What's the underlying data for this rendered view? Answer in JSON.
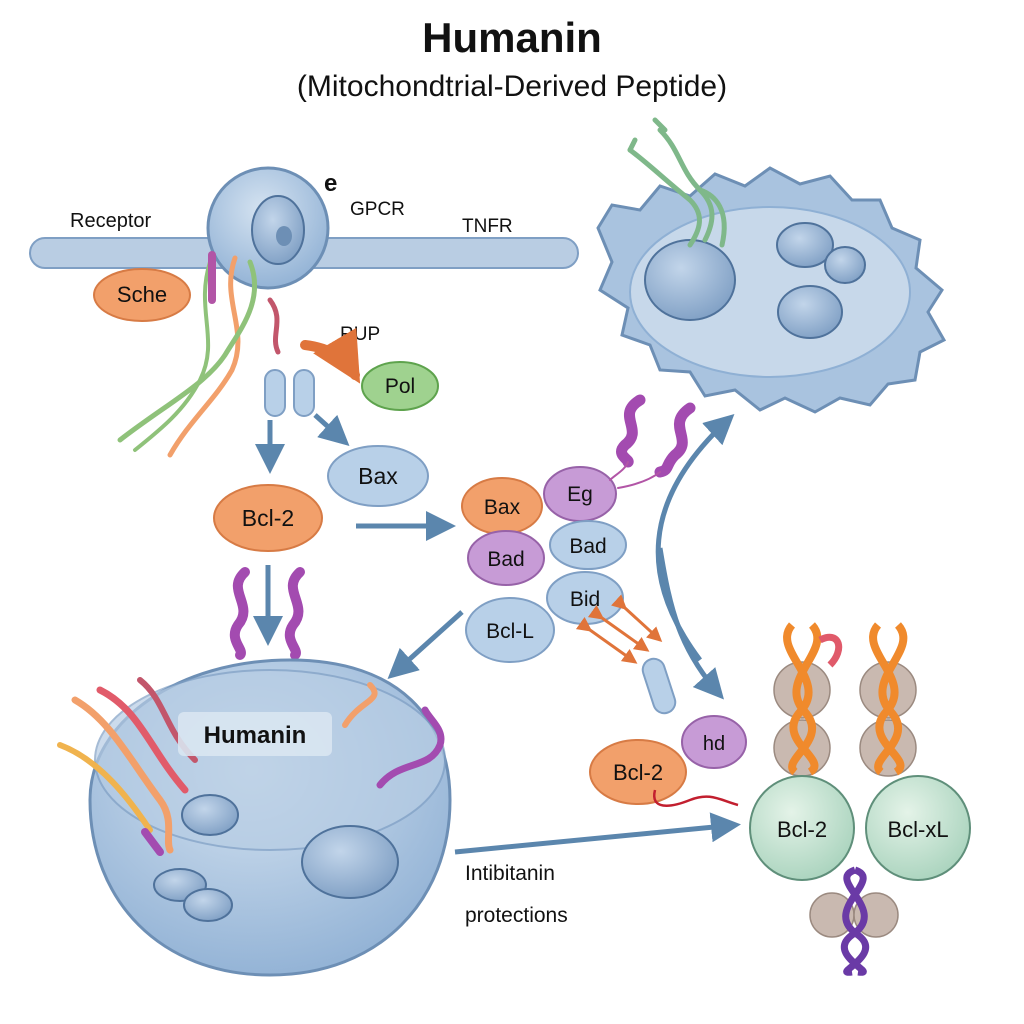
{
  "title": "Humanin",
  "subtitle": "(Mitochondtrial-Derived Peptide)",
  "labels": {
    "receptor": "Receptor",
    "e": "e",
    "gpcr": "GPCR",
    "tnfr": "TNFR",
    "rup": "RUP",
    "intibitanin": "Intibitanin",
    "protections": "protections"
  },
  "nodes": {
    "sche": "Sche",
    "pol": "Pol",
    "bax_top": "Bax",
    "bcl2_left": "Bcl-2",
    "bax_cluster": "Bax",
    "eg": "Eg",
    "bad_purple": "Bad",
    "bad_blue": "Bad",
    "bid": "Bid",
    "bcl_l": "Bcl-L",
    "hd": "hd",
    "bcl2_low": "Bcl-2",
    "humanin_box": "Humanin",
    "bcl2_green": "Bcl-2",
    "bcl_xl": "Bcl-xL"
  },
  "colors": {
    "cell_blue": "#a9c3df",
    "orange_node": "#f2a06b",
    "purple_node": "#c79bd6",
    "blue_node": "#b8d0e8",
    "green_node": "#9fd28f",
    "arrow": "#5b86ad",
    "teal_node": "#cfe6d8"
  }
}
